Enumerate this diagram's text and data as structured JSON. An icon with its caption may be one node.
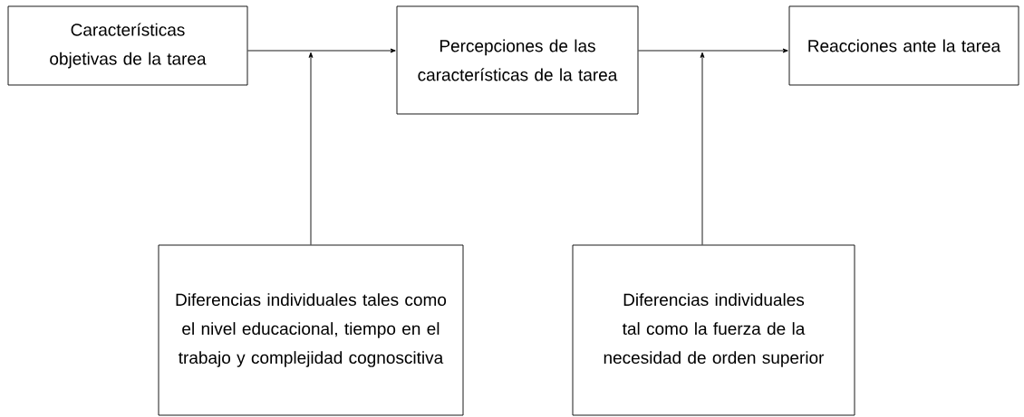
{
  "diagram": {
    "nodes": [
      {
        "text": [
          "Características objetivas de la tarea"
        ]
      },
      {
        "text": [
          "Percepciones de las características de la tarea"
        ]
      },
      {
        "text": [
          "Reacciones ante la tarea"
        ]
      },
      {
        "text": [
          "Diferencias individuales tales como el nivel educacional, tiempo en el trabajo y complejidad cognoscitiva"
        ]
      },
      {
        "text": [
          "Diferencias individuales tal como la fuerza de la necesidad de orden superior"
        ]
      }
    ],
    "edges": [
      {
        "from": 0,
        "to": 1,
        "arrow": "to"
      },
      {
        "from": 1,
        "to": 2,
        "arrow": "to"
      },
      {
        "from": 3,
        "to": null,
        "arrow": "to"
      },
      {
        "from": 4,
        "to": null,
        "arrow": "to"
      }
    ]
  }
}
